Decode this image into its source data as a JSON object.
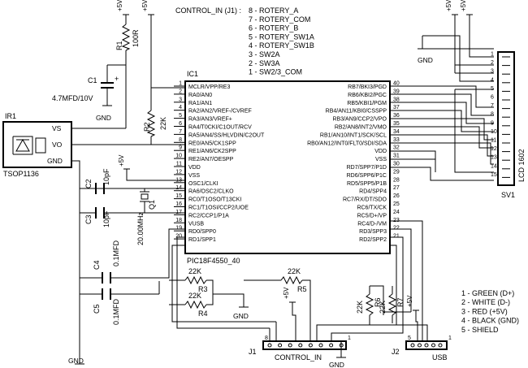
{
  "control_in_legend": {
    "title": "CONTROL_IN (J1) :",
    "entries": [
      "8 - ROTERY_A",
      "7 - ROTERY_COM",
      "6 - ROTERY_B",
      "5 - ROTERY_SW1A",
      "4 - ROTERY_SW1B",
      "3 - SW2A",
      "2 - SW3A",
      "1 - SW2/3_COM"
    ]
  },
  "usb_legend": [
    "1 - GREEN (D+)",
    "2 - WHITE (D-)",
    "3 - RED (+5V)",
    "4 - BLACK (GND)",
    "5 - SHIELD"
  ],
  "power": {
    "vcc": "+5V",
    "gnd": "GND"
  },
  "parts": {
    "r1": {
      "ref": "R1",
      "value": "100R"
    },
    "c1": {
      "ref": "C1",
      "value": "4.7MFD/10V",
      "plus": "+"
    },
    "r2": {
      "ref": "R2",
      "value": "22K"
    },
    "ir1": {
      "ref": "IR1",
      "model": "TSOP1136",
      "pins": [
        "VS",
        "VO",
        "GND"
      ]
    },
    "c2": {
      "ref": "C2",
      "value": "10pF"
    },
    "c3": {
      "ref": "C3",
      "value": "10pF"
    },
    "q1": {
      "ref": "Q1",
      "value": "20.00MHz"
    },
    "c4": {
      "ref": "C4",
      "value": "0.1MFD"
    },
    "c5": {
      "ref": "C5",
      "value": "0.1MFD"
    },
    "r3": {
      "ref": "R3",
      "value": "22K"
    },
    "r4": {
      "ref": "R4",
      "value": "22K"
    },
    "r5": {
      "ref": "R5",
      "value": "22K"
    },
    "r6": {
      "ref": "R6",
      "value": "22K"
    },
    "r7": {
      "ref": "R7",
      "value": "22K"
    },
    "j1": {
      "ref": "J1",
      "name": "CONTROL_IN",
      "pin_first": "8",
      "pin_last": "1"
    },
    "j2": {
      "ref": "J2",
      "name": "USB",
      "pin_first": "5",
      "pin_last": "1"
    },
    "sv1": {
      "ref": "SV1",
      "name": "LCD 1602",
      "pins": [
        "1",
        "2",
        "3",
        "4",
        "5",
        "6",
        "7",
        "8",
        "9",
        "10",
        "11",
        "12",
        "13",
        "14",
        "15"
      ]
    }
  },
  "ic1": {
    "ref": "IC1",
    "part": "PIC18F4550_40",
    "left_pins": [
      {
        "num": "1",
        "name": "MCLR/VPP/RE3"
      },
      {
        "num": "2",
        "name": "RA0/AN0"
      },
      {
        "num": "3",
        "name": "RA1/AN1"
      },
      {
        "num": "4",
        "name": "RA2/AN2/VREF-/CVREF"
      },
      {
        "num": "5",
        "name": "RA3/AN3/VREF+"
      },
      {
        "num": "6",
        "name": "RA4/T0CKI/C1OUT/RCV"
      },
      {
        "num": "7",
        "name": "RA5/AN4/SS/HLVDIN/C2OUT"
      },
      {
        "num": "8",
        "name": "RE0/AN5/CK1SPP"
      },
      {
        "num": "9",
        "name": "RE1/AN6/CK2SPP"
      },
      {
        "num": "10",
        "name": "RE2/AN7/OESPP"
      },
      {
        "num": "11",
        "name": "VDD"
      },
      {
        "num": "12",
        "name": "VSS"
      },
      {
        "num": "13",
        "name": "OSC1/CLKI"
      },
      {
        "num": "14",
        "name": "RA6/OSC2/CLKO"
      },
      {
        "num": "15",
        "name": "RC0/T1OSO/T13CKI"
      },
      {
        "num": "16",
        "name": "RC1/T1OSI/CCP2/UOE"
      },
      {
        "num": "17",
        "name": "RC2/CCP1/P1A"
      },
      {
        "num": "18",
        "name": "VUSB"
      },
      {
        "num": "19",
        "name": "RD0/SPP0"
      },
      {
        "num": "20",
        "name": "RD1/SPP1"
      }
    ],
    "right_pins": [
      {
        "num": "40",
        "name": "RB7/BKI3/PGD"
      },
      {
        "num": "39",
        "name": "RB6/KBI2/PGC"
      },
      {
        "num": "38",
        "name": "RB5/KBI1/PGM"
      },
      {
        "num": "37",
        "name": "RB4/AN11/KBI0/CSSPP"
      },
      {
        "num": "36",
        "name": "RB3/AN9/CCP2/VPO"
      },
      {
        "num": "35",
        "name": "RB2/AN8/INT2/VMO"
      },
      {
        "num": "34",
        "name": "RB1/AN10/INT1/SCK/SCL"
      },
      {
        "num": "33",
        "name": "RB0/AN12/INT0/FLT0/SDI/SDA"
      },
      {
        "num": "32",
        "name": "VDD"
      },
      {
        "num": "31",
        "name": "VSS"
      },
      {
        "num": "30",
        "name": "RD7/SPP7/P1D"
      },
      {
        "num": "29",
        "name": "RD6/SPP6/P1C"
      },
      {
        "num": "28",
        "name": "RD5/SPP5/P1B"
      },
      {
        "num": "27",
        "name": "RD4/SPP4"
      },
      {
        "num": "26",
        "name": "RC7/RX/DT/SDO"
      },
      {
        "num": "25",
        "name": "RC6/TX/CK"
      },
      {
        "num": "24",
        "name": "RC5/D+/VP"
      },
      {
        "num": "23",
        "name": "RC4/D-/VM"
      },
      {
        "num": "22",
        "name": "RD3/SPP3"
      },
      {
        "num": "21",
        "name": "RD2/SPP2"
      }
    ]
  }
}
